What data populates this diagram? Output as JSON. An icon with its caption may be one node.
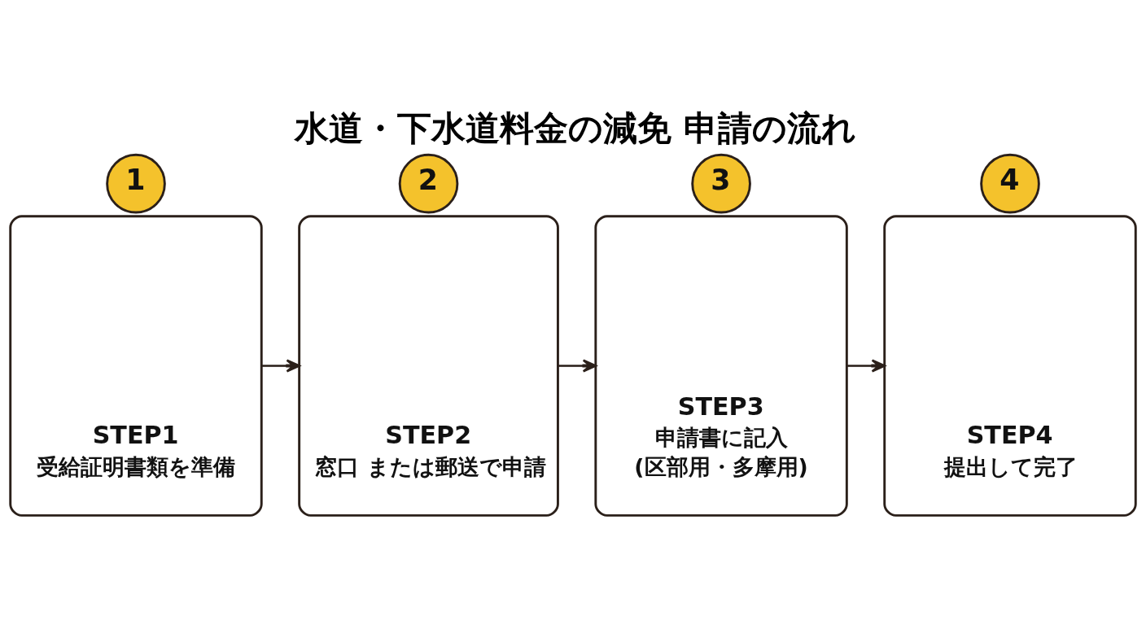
{
  "diagram": {
    "title": "水道・下水道料金の減免 申請の流れ",
    "nodes": [
      {
        "text": [
          "1"
        ]
      },
      {
        "text": [
          "STEP1",
          "受給証明書類を準備"
        ]
      },
      {
        "text": [
          "2"
        ]
      },
      {
        "text": [
          "STEP2",
          "窓口 または郵送で申請"
        ]
      },
      {
        "text": [
          "3"
        ]
      },
      {
        "text": [
          "STEP3",
          "申請書に記入",
          "(区部用・多摩用)"
        ]
      },
      {
        "text": [
          "4"
        ]
      },
      {
        "text": [
          "STEP4",
          "提出して完了"
        ]
      }
    ],
    "edges": [
      {
        "from": 1,
        "to": 3,
        "arrow": "to"
      },
      {
        "from": 3,
        "to": 5,
        "arrow": "to"
      },
      {
        "from": 5,
        "to": 7,
        "arrow": "to"
      }
    ]
  }
}
